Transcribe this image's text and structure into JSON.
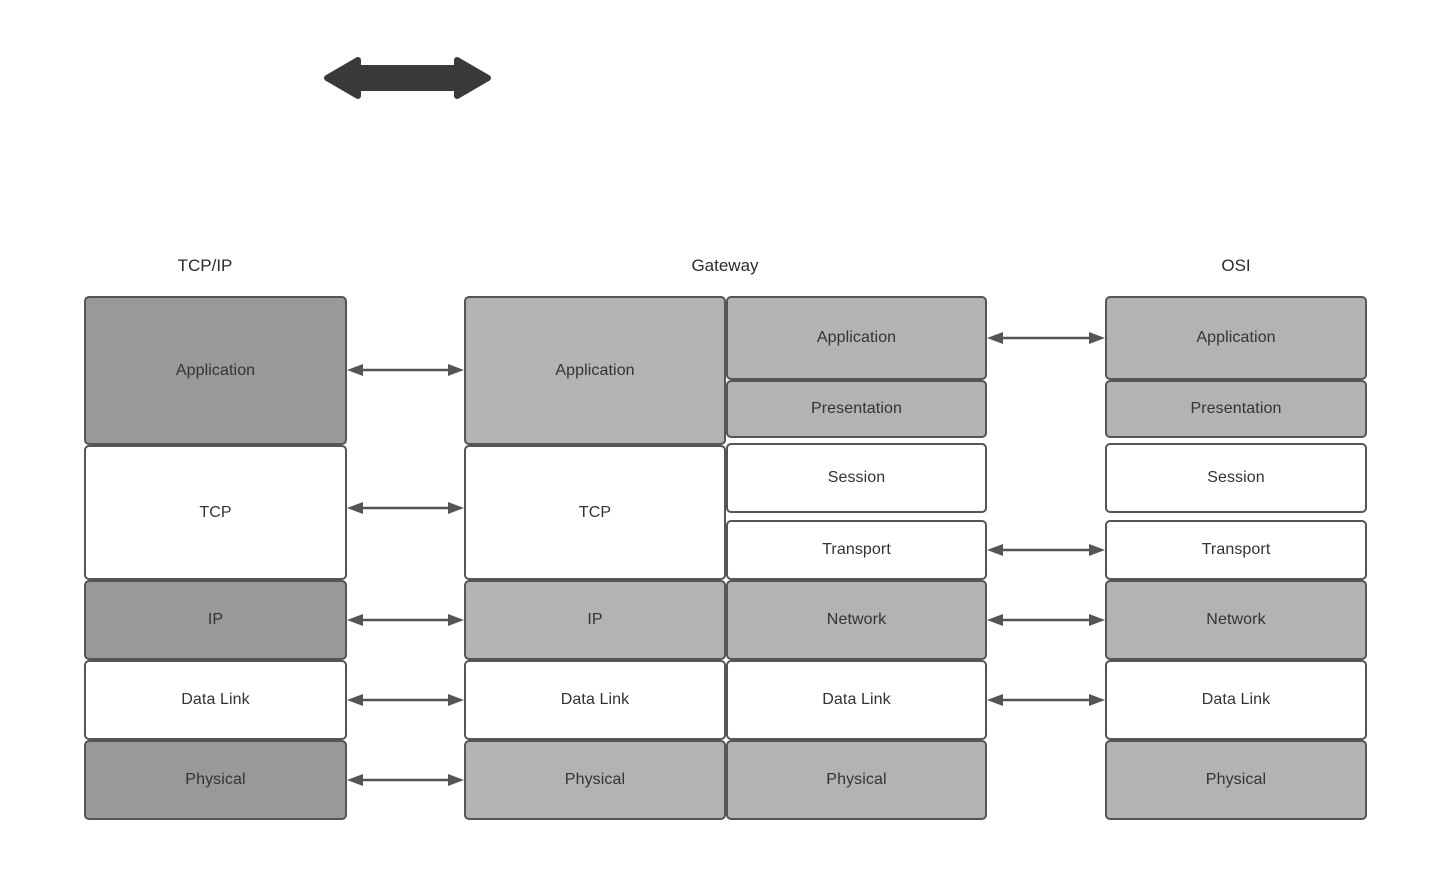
{
  "diagram": {
    "title_bar_arrow": {
      "name": "bidirectional-block-arrow",
      "color": "#3a3a3a"
    },
    "palette": {
      "stroke": "#555555",
      "text": "#333333",
      "label_text": "#2b2b2b",
      "fill_dark_gray": "#999999",
      "fill_light_gray": "#b3b3b3",
      "fill_white": "#ffffff",
      "background": "#ffffff"
    },
    "columns": [
      {
        "id": "tcpip",
        "label": "TCP/IP",
        "stacks": [
          {
            "id": "tcpip-stack",
            "layers": [
              {
                "label": "Application",
                "fill": "dark"
              },
              {
                "label": "TCP",
                "fill": "white"
              },
              {
                "label": "IP",
                "fill": "dark"
              },
              {
                "label": "Data Link",
                "fill": "white"
              },
              {
                "label": "Physical",
                "fill": "dark"
              }
            ]
          }
        ]
      },
      {
        "id": "gateway",
        "label": "Gateway",
        "stacks": [
          {
            "id": "gateway-left-stack",
            "layers": [
              {
                "label": "Application",
                "fill": "mid"
              },
              {
                "label": "TCP",
                "fill": "white"
              },
              {
                "label": "IP",
                "fill": "mid"
              },
              {
                "label": "Data Link",
                "fill": "white"
              },
              {
                "label": "Physical",
                "fill": "mid"
              }
            ]
          },
          {
            "id": "gateway-right-stack",
            "layers": [
              {
                "label": "Application",
                "fill": "mid"
              },
              {
                "label": "Presentation",
                "fill": "mid"
              },
              {
                "label": "Session",
                "fill": "white"
              },
              {
                "label": "Transport",
                "fill": "white"
              },
              {
                "label": "Network",
                "fill": "mid"
              },
              {
                "label": "Data Link",
                "fill": "white"
              },
              {
                "label": "Physical",
                "fill": "mid"
              }
            ]
          }
        ]
      },
      {
        "id": "osi",
        "label": "OSI",
        "stacks": [
          {
            "id": "osi-stack",
            "layers": [
              {
                "label": "Application",
                "fill": "mid"
              },
              {
                "label": "Presentation",
                "fill": "mid"
              },
              {
                "label": "Session",
                "fill": "white"
              },
              {
                "label": "Transport",
                "fill": "white"
              },
              {
                "label": "Network",
                "fill": "mid"
              },
              {
                "label": "Data Link",
                "fill": "white"
              },
              {
                "label": "Physical",
                "fill": "mid"
              }
            ]
          }
        ]
      }
    ],
    "connectors": {
      "left_group": [
        {
          "from": "tcpip.Application",
          "to": "gateway-left.Application"
        },
        {
          "from": "tcpip.TCP",
          "to": "gateway-left.TCP"
        },
        {
          "from": "tcpip.IP",
          "to": "gateway-left.IP"
        },
        {
          "from": "tcpip.Data Link",
          "to": "gateway-left.Data Link"
        },
        {
          "from": "tcpip.Physical",
          "to": "gateway-left.Physical"
        }
      ],
      "right_group": [
        {
          "from": "gateway-right.Application",
          "to": "osi.Application"
        },
        {
          "from": "gateway-right.Transport",
          "to": "osi.Transport"
        },
        {
          "from": "gateway-right.Network",
          "to": "osi.Network"
        },
        {
          "from": "gateway-right.Data Link",
          "to": "osi.Data Link"
        }
      ]
    }
  }
}
